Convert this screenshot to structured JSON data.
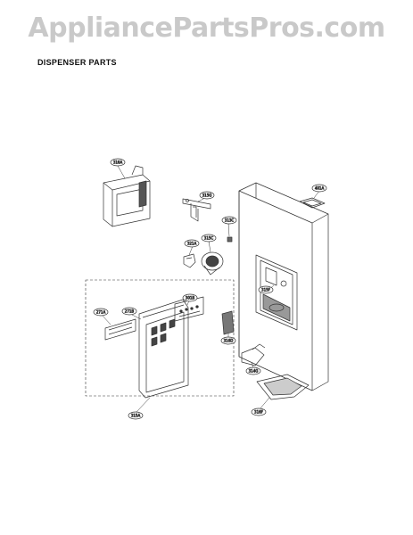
{
  "watermark": "AppliancePartsPros.com",
  "title": "DISPENSER  PARTS",
  "callouts": [
    {
      "id": "c1",
      "label": "316A"
    },
    {
      "id": "c2",
      "label": "315G"
    },
    {
      "id": "c3",
      "label": "401A"
    },
    {
      "id": "c4",
      "label": "313C"
    },
    {
      "id": "c5",
      "label": "321A"
    },
    {
      "id": "c6",
      "label": "315C"
    },
    {
      "id": "c7",
      "label": "315F"
    },
    {
      "id": "c8",
      "label": "301B"
    },
    {
      "id": "c9",
      "label": "271A"
    },
    {
      "id": "c10",
      "label": "271B"
    },
    {
      "id": "c11",
      "label": "316D"
    },
    {
      "id": "c12",
      "label": "314G"
    },
    {
      "id": "c13",
      "label": "315A"
    },
    {
      "id": "c14",
      "label": "316F"
    }
  ]
}
